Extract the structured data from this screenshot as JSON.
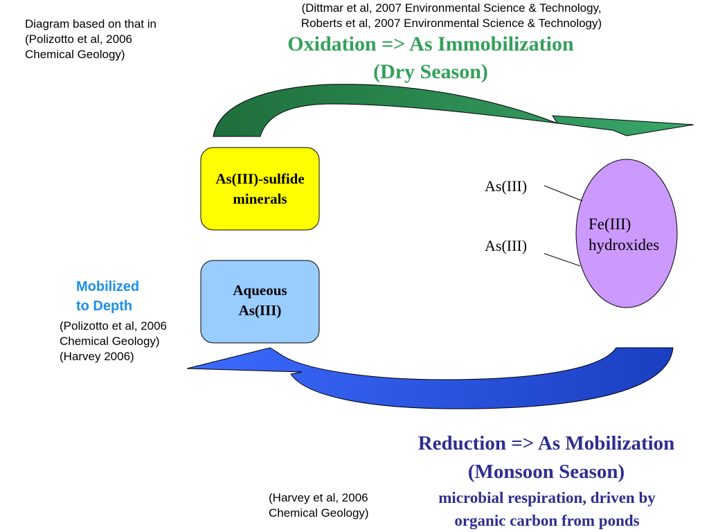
{
  "ref_top_left": [
    "Diagram based on that in",
    "(Polizotto et al, 2006",
    "Chemical Geology)"
  ],
  "ref_top_right": [
    "(Dittmar et al, 2007 Environmental Science & Technology,",
    "Roberts et al, 2007 Environmental Science & Technology)"
  ],
  "oxidation_title": [
    "Oxidation => As Immobilization",
    "(Dry Season)"
  ],
  "box_sulfide": [
    "As(III)-sulfide",
    "minerals"
  ],
  "box_aqueous": [
    "Aqueous",
    "As(III)"
  ],
  "as_labels": [
    "As(III)",
    "As(III)"
  ],
  "fe_label": [
    "Fe(III)",
    "hydroxides"
  ],
  "mobilized": [
    "Mobilized",
    "to Depth"
  ],
  "ref_mobilized": [
    "(Polizotto et al, 2006",
    "Chemical Geology)",
    "(Harvey 2006)"
  ],
  "reduction_title": [
    "Reduction => As Mobilization",
    "(Monsoon Season)"
  ],
  "reduction_sub": [
    "microbial respiration, driven by",
    "organic carbon from ponds"
  ],
  "ref_bottom": [
    "(Harvey et al, 2006",
    "Chemical Geology)"
  ],
  "colors": {
    "green_arrow_dark": "#1e6e3c",
    "green_arrow_light": "#3aa86a",
    "blue_arrow_light": "#3d6bff",
    "blue_arrow_dark": "#1a3fc0",
    "sulfide_box": "#ffff00",
    "aqueous_box": "#99ccff",
    "ellipse": "#cc99ff"
  }
}
